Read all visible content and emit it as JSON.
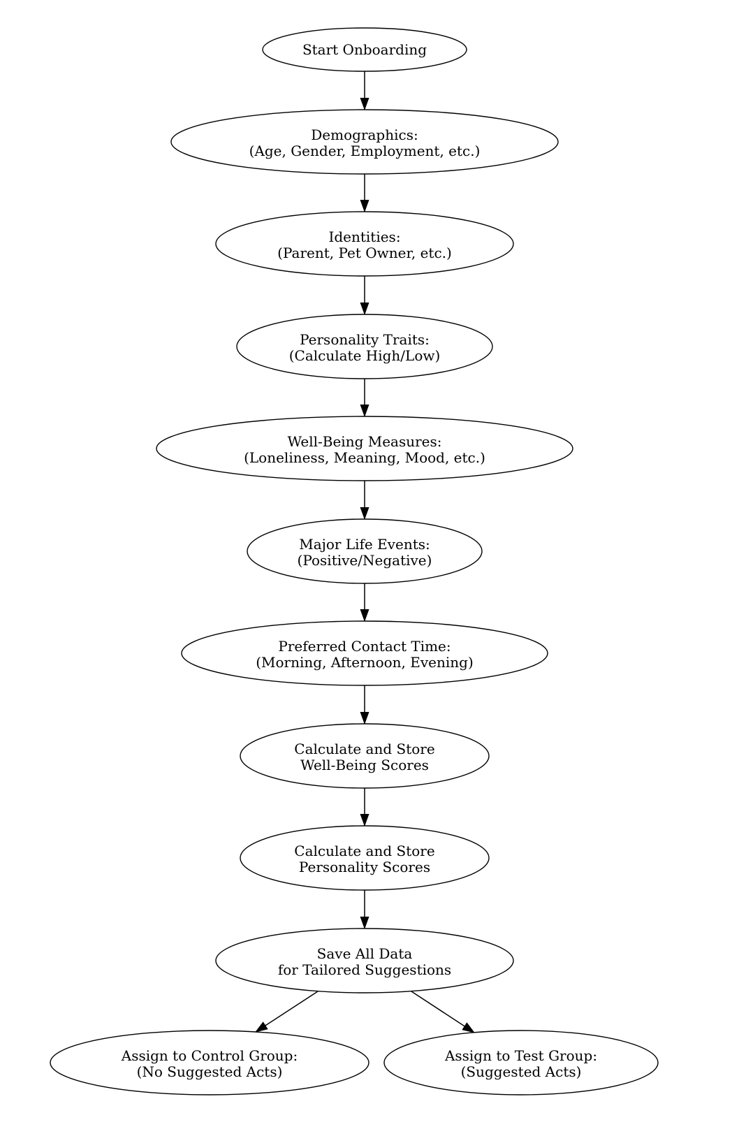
{
  "diagram": {
    "type": "flowchart",
    "background_color": "#ffffff",
    "node_fill": "#ffffff",
    "node_stroke": "#000000",
    "text_color": "#000000",
    "arrow_color": "#000000",
    "nodes": [
      {
        "id": "start",
        "lines": [
          "Start Onboarding",
          ""
        ]
      },
      {
        "id": "demographics",
        "lines": [
          "Demographics:",
          "(Age, Gender, Employment, etc.)"
        ]
      },
      {
        "id": "identities",
        "lines": [
          "Identities:",
          "(Parent, Pet Owner, etc.)"
        ]
      },
      {
        "id": "personality",
        "lines": [
          "Personality Traits:",
          "(Calculate High/Low)"
        ]
      },
      {
        "id": "wellbeing",
        "lines": [
          "Well-Being Measures:",
          "(Loneliness, Meaning, Mood, etc.)"
        ]
      },
      {
        "id": "life-events",
        "lines": [
          "Major Life Events:",
          "(Positive/Negative)"
        ]
      },
      {
        "id": "contact-time",
        "lines": [
          "Preferred Contact Time:",
          "(Morning, Afternoon, Evening)"
        ]
      },
      {
        "id": "calc-wellbeing",
        "lines": [
          "Calculate and Store",
          "Well-Being Scores"
        ]
      },
      {
        "id": "calc-personality",
        "lines": [
          "Calculate and Store",
          "Personality Scores"
        ]
      },
      {
        "id": "save-data",
        "lines": [
          "Save All Data",
          "for Tailored Suggestions"
        ]
      },
      {
        "id": "control-group",
        "lines": [
          "Assign to Control Group:",
          "(No Suggested Acts)"
        ]
      },
      {
        "id": "test-group",
        "lines": [
          "Assign to Test Group:",
          "(Suggested Acts)"
        ]
      }
    ],
    "edges": [
      {
        "from": "start",
        "to": "demographics"
      },
      {
        "from": "demographics",
        "to": "identities"
      },
      {
        "from": "identities",
        "to": "personality"
      },
      {
        "from": "personality",
        "to": "wellbeing"
      },
      {
        "from": "wellbeing",
        "to": "life-events"
      },
      {
        "from": "life-events",
        "to": "contact-time"
      },
      {
        "from": "contact-time",
        "to": "calc-wellbeing"
      },
      {
        "from": "calc-wellbeing",
        "to": "calc-personality"
      },
      {
        "from": "calc-personality",
        "to": "save-data"
      },
      {
        "from": "save-data",
        "to": "control-group"
      },
      {
        "from": "save-data",
        "to": "test-group"
      }
    ]
  }
}
